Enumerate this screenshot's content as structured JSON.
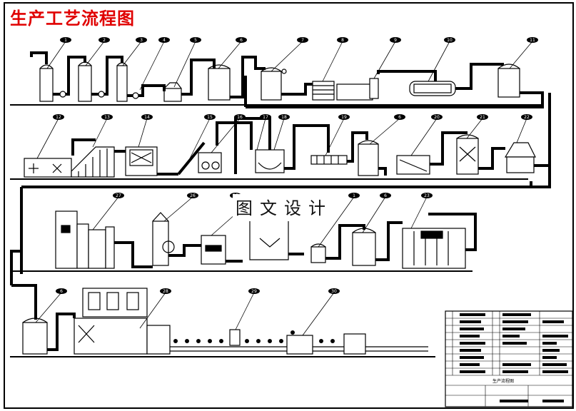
{
  "title": "生产工艺流程图",
  "watermark": "图文设计",
  "accent_color": "#e00000",
  "pipe_color": "#000000",
  "row1_labels": [
    "1",
    "2",
    "3",
    "4",
    "5",
    "6",
    "7",
    "8",
    "9",
    "10",
    "11"
  ],
  "row2_labels": [
    "12",
    "13",
    "14",
    "15",
    "16",
    "17",
    "18",
    "19",
    "6",
    "20",
    "21",
    "22"
  ],
  "row3_labels": [
    "27",
    "26",
    "25",
    "1",
    "6",
    "23"
  ],
  "row4_labels": [
    "6",
    "28",
    "29",
    "30"
  ],
  "title_block": {
    "drawing_name": "生产流程图"
  }
}
